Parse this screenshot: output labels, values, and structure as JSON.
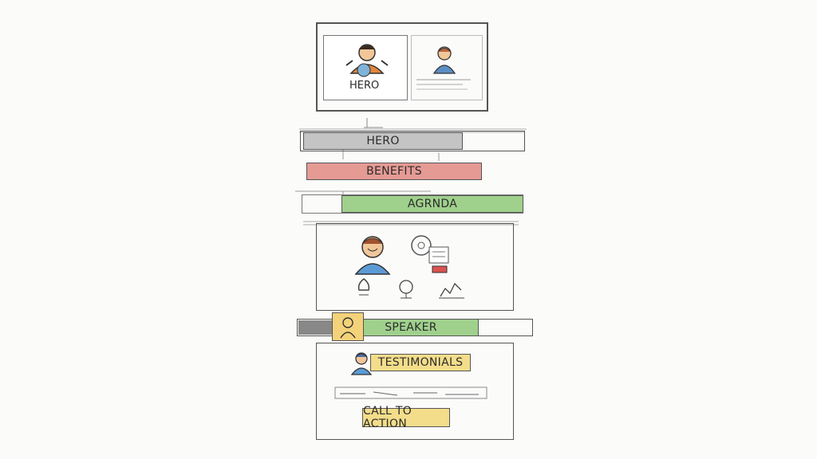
{
  "wireframe": {
    "hero_preview_label": "HERO",
    "sections": [
      {
        "id": "hero",
        "label": "HERO",
        "color": "#bdbdbd"
      },
      {
        "id": "benefits",
        "label": "BENEFITS",
        "color": "#e59a94"
      },
      {
        "id": "agenda",
        "label": "AGRNDA",
        "color": "#9fd08c"
      },
      {
        "id": "speaker",
        "label": "SPEAKER",
        "color": "#9fd08c"
      },
      {
        "id": "testimonials",
        "label": "TESTIMONIALS",
        "color": "#f3dd8a"
      },
      {
        "id": "cta",
        "label": "CALL TO ACTION",
        "color": "#f3dd8a"
      }
    ]
  },
  "icons": [
    "hero-person-icon",
    "person-icon",
    "avatar-icon",
    "gear-icon",
    "globe-icon",
    "chart-icon",
    "speaker-icon",
    "reviewer-icon"
  ]
}
